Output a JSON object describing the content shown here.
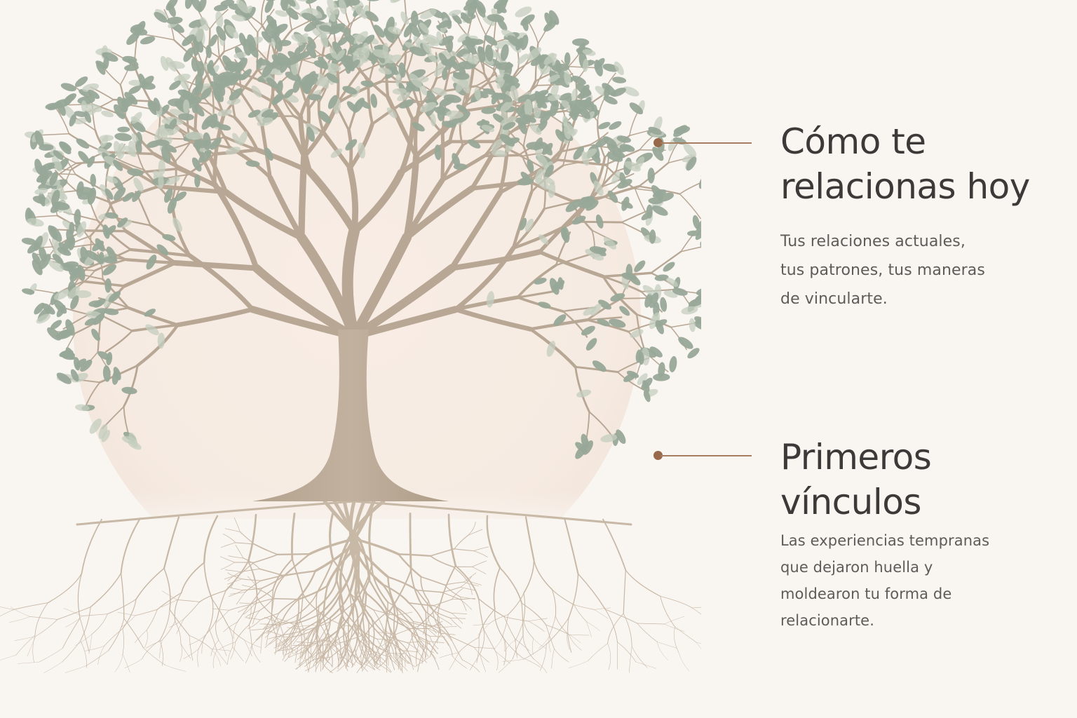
{
  "sections": [
    {
      "title_lines": [
        "Cómo te",
        "relacionas hoy"
      ],
      "text_lines": [
        "Tus relaciones actuales,",
        "tus patrones, tus maneras",
        "de vincularte."
      ]
    },
    {
      "title_lines": [
        "Primeros",
        "vínculos"
      ],
      "text_lines": [
        "Las experiencias tempranas",
        "que dejaron huella y",
        "moldearon tu forma de",
        "relacionarte."
      ]
    }
  ],
  "colors": {
    "background": "#f9f5f1",
    "halo": "#f6ebe2",
    "trunk": "#b7a794",
    "roots": "#c8b8a6",
    "leaf": "#98a898",
    "connector": "#98684a",
    "heading": "#3c3a38",
    "body": "#5e5b58"
  },
  "icons": [
    "tree-icon",
    "roots-icon",
    "connector-dot-icon"
  ]
}
